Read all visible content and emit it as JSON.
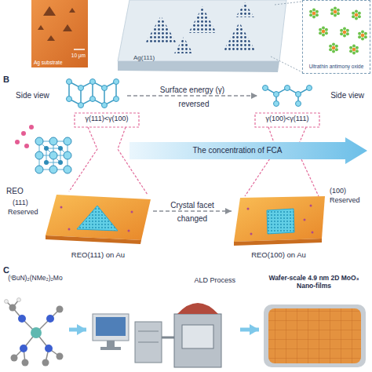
{
  "diagram": {
    "nodes": [
      {
        "text": [
          "Ag substrate",
          "10 μm"
        ]
      },
      {
        "text": [
          "Ag(111)"
        ]
      },
      {
        "text": [
          "Ultrathin antimony oxide"
        ]
      },
      {
        "text": [
          "Side view"
        ]
      },
      {
        "text": [
          "Side view"
        ]
      },
      {
        "text": [
          "The concentration of FCA"
        ]
      },
      {
        "text": [
          "REO(111) on Au"
        ]
      },
      {
        "text": [
          "REO(100) on Au"
        ]
      },
      {
        "text": [
          "(ᵗBuN)₂(NMe₂)₂Mo"
        ]
      },
      {
        "text": [
          "ALD Process"
        ]
      },
      {
        "text": [
          "Wafer-scale 4.9 nm 2D MoO₃ Nano-films"
        ]
      }
    ],
    "edges": [
      {
        "from": 3,
        "to": 4,
        "arrow": "to",
        "label": "Surface energy (γ)"
      },
      {
        "from": 6,
        "to": 7,
        "arrow": "to",
        "label": "Crystal facet"
      },
      {
        "from": 8,
        "to": 9,
        "arrow": "to"
      },
      {
        "from": 9,
        "to": 10,
        "arrow": "to"
      }
    ],
    "labels": [
      "B",
      "reversed",
      "γ(111)<γ(100)",
      "γ(100)<γ(111)",
      "REO",
      "(111)",
      "Reserved",
      "changed",
      "(100)",
      "Reserved",
      "C"
    ]
  }
}
